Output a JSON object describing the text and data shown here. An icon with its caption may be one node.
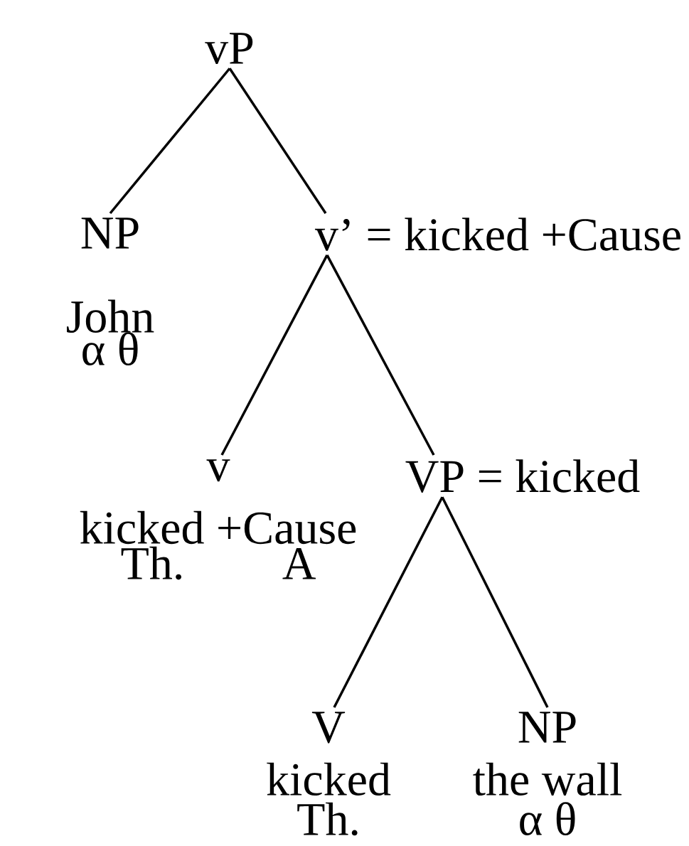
{
  "diagram": {
    "nodes": [
      {
        "text": [
          "vP"
        ]
      },
      {
        "text": [
          "NP",
          "John",
          "α θ"
        ]
      },
      {
        "text": [
          "v’ = kicked +Cause"
        ]
      },
      {
        "text": [
          "v",
          "kicked +Cause",
          "Th.",
          "A"
        ]
      },
      {
        "text": [
          "VP = kicked"
        ]
      },
      {
        "text": [
          "V",
          "kicked",
          "Th."
        ]
      },
      {
        "text": [
          "NP",
          "the wall",
          "α θ"
        ]
      }
    ],
    "edges": [
      {
        "from": 0,
        "to": 1,
        "arrow": "none"
      },
      {
        "from": 0,
        "to": 2,
        "arrow": "none"
      },
      {
        "from": 2,
        "to": 3,
        "arrow": "none"
      },
      {
        "from": 2,
        "to": 4,
        "arrow": "none"
      },
      {
        "from": 4,
        "to": 5,
        "arrow": "none"
      },
      {
        "from": 4,
        "to": 6,
        "arrow": "none"
      }
    ]
  }
}
